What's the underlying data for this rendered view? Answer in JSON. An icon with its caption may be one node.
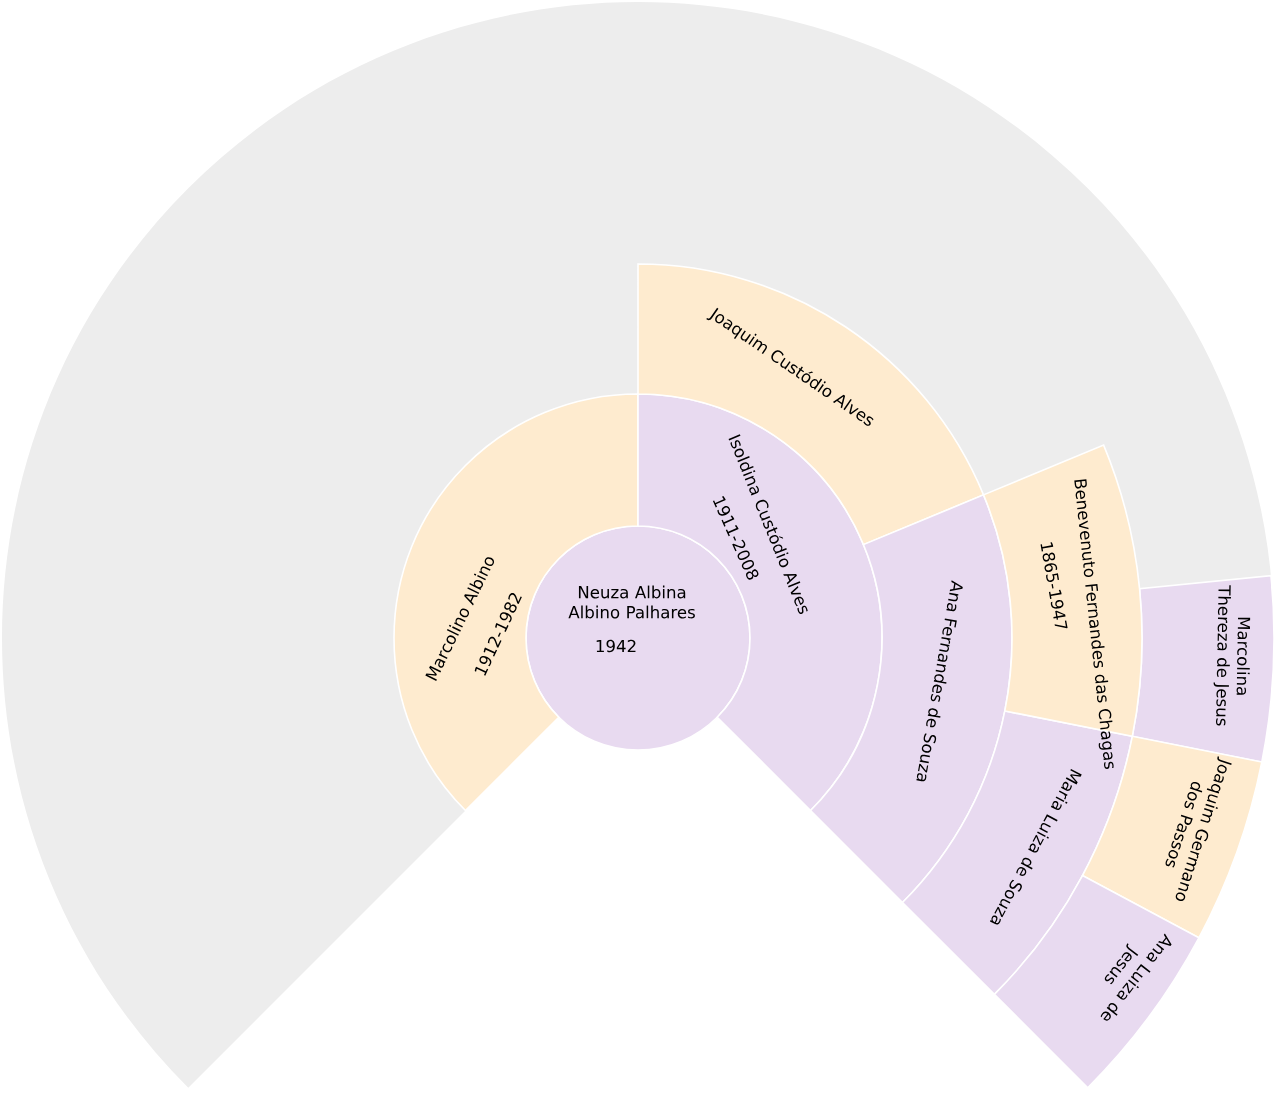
{
  "diagram": {
    "nodes": [
      {
        "text": [
          "Neuza Albina Albino Palhares",
          "1942"
        ]
      },
      {
        "text": [
          "Marcolino Albino",
          "1912-1982"
        ]
      },
      {
        "text": [
          "Isoldina Custódio Alves",
          "1911-2008"
        ]
      },
      {
        "text": [
          "Joaquim Custódio Alves"
        ]
      },
      {
        "text": [
          "Ana Fernandes de Souza"
        ]
      },
      {
        "text": [
          "Benevenuto Fernandes das Chagas",
          "1865-1947"
        ]
      },
      {
        "text": [
          "Maria Luiza de Souza"
        ]
      },
      {
        "text": [
          "Marcolina Thereza de Jesus"
        ]
      },
      {
        "text": [
          "Joaquim Germano dos Passos"
        ]
      },
      {
        "text": [
          "Ana Luiza de Jesus"
        ]
      }
    ]
  }
}
